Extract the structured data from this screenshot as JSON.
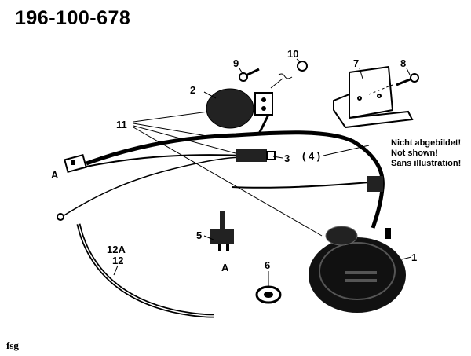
{
  "title": "196-100-678",
  "footer": "fsg",
  "note": {
    "ref": "( 4 )",
    "lines": [
      "Nicht abgebildet!",
      "Not shown!",
      "Sans illustration!"
    ]
  },
  "labels": {
    "p1": "1",
    "p2": "2",
    "p3": "3",
    "p5": "5",
    "p6": "6",
    "p7": "7",
    "p8": "8",
    "p9": "9",
    "p10": "10",
    "p11": "11",
    "p12a": "12A",
    "p12": "12",
    "a1": "A",
    "a2": "A"
  }
}
